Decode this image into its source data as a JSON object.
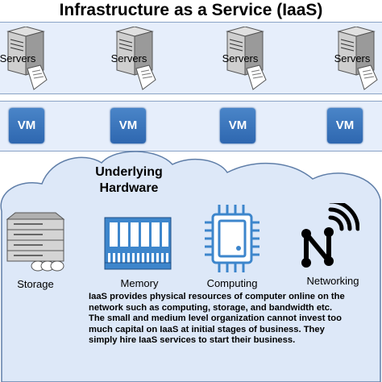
{
  "title": "Infrastructure as a Service (IaaS)",
  "servers": [
    {
      "label": "Servers"
    },
    {
      "label": "Servers"
    },
    {
      "label": "Servers"
    },
    {
      "label": "Servers"
    }
  ],
  "vms": [
    {
      "label": "VM"
    },
    {
      "label": "VM"
    },
    {
      "label": "VM"
    },
    {
      "label": "VM"
    }
  ],
  "hardware": {
    "title_line1": "Underlying",
    "title_line2": "Hardware",
    "items": [
      {
        "label": "Storage",
        "icon": "storage-icon"
      },
      {
        "label": "Memory",
        "icon": "memory-icon"
      },
      {
        "label": "Computing",
        "icon": "cpu-icon"
      },
      {
        "label": "Networking",
        "icon": "network-icon"
      }
    ]
  },
  "description": {
    "line1": "IaaS provides physical resources of computer online on the",
    "line2": "network such as computing, storage, and bandwidth etc.",
    "line3": "The small and medium level organization cannot invest too",
    "line4": "much capital on IaaS at initial stages of business. They",
    "line5": "simply hire IaaS services to start their business."
  },
  "colors": {
    "band": "#e6eefb",
    "vm": "#2e67b0",
    "cloud": "#dde8f8",
    "memory": "#3d86cc"
  }
}
